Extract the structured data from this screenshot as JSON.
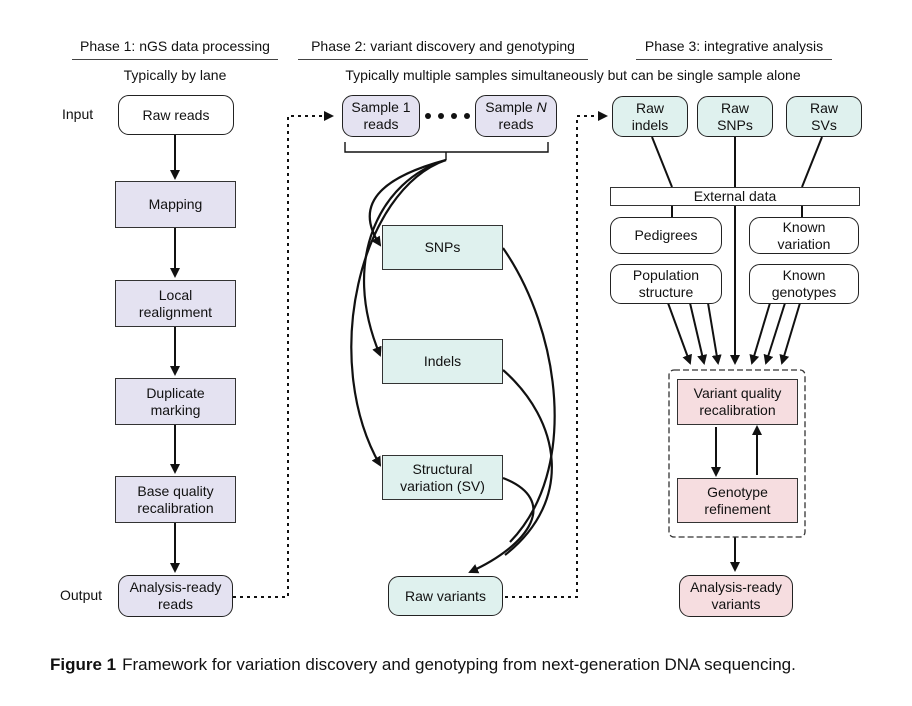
{
  "phases": {
    "p1": "Phase 1: nGS data processing",
    "p2": "Phase 2: variant discovery and genotyping",
    "p3": "Phase 3: integrative analysis"
  },
  "subtitles": {
    "p1": "Typically by lane",
    "p2": "Typically multiple samples simultaneously but can be single sample alone"
  },
  "row_labels": {
    "input": "Input",
    "output": "Output"
  },
  "phase1": {
    "raw_reads": "Raw reads",
    "mapping": "Mapping",
    "local_realignment": "Local realignment",
    "duplicate_marking": "Duplicate marking",
    "base_quality": "Base quality recalibration",
    "analysis_ready_reads": "Analysis-ready reads"
  },
  "phase2": {
    "sample1": "Sample 1 reads",
    "sample_n_prefix": "Sample ",
    "sample_n_italic": "N",
    "sample_n_suffix": "reads",
    "snps": "SNPs",
    "indels": "Indels",
    "structural": "Structural variation (SV)",
    "raw_variants": "Raw variants"
  },
  "phase3": {
    "raw_indels": "Raw indels",
    "raw_snps": "Raw SNPs",
    "raw_svs": "Raw SVs",
    "external_data": "External data",
    "pedigrees": "Pedigrees",
    "known_variation": "Known variation",
    "population_structure": "Population structure",
    "known_genotypes": "Known genotypes",
    "variant_quality": "Variant quality recalibration",
    "genotype_refinement": "Genotype refinement",
    "analysis_ready_variants": "Analysis-ready variants"
  },
  "caption": {
    "label": "Figure 1",
    "text": "Framework for variation discovery and genotyping from next-generation DNA sequencing."
  },
  "colors": {
    "purple": "#e4e2f1",
    "teal": "#dff1ee",
    "pink": "#f6dde0"
  }
}
